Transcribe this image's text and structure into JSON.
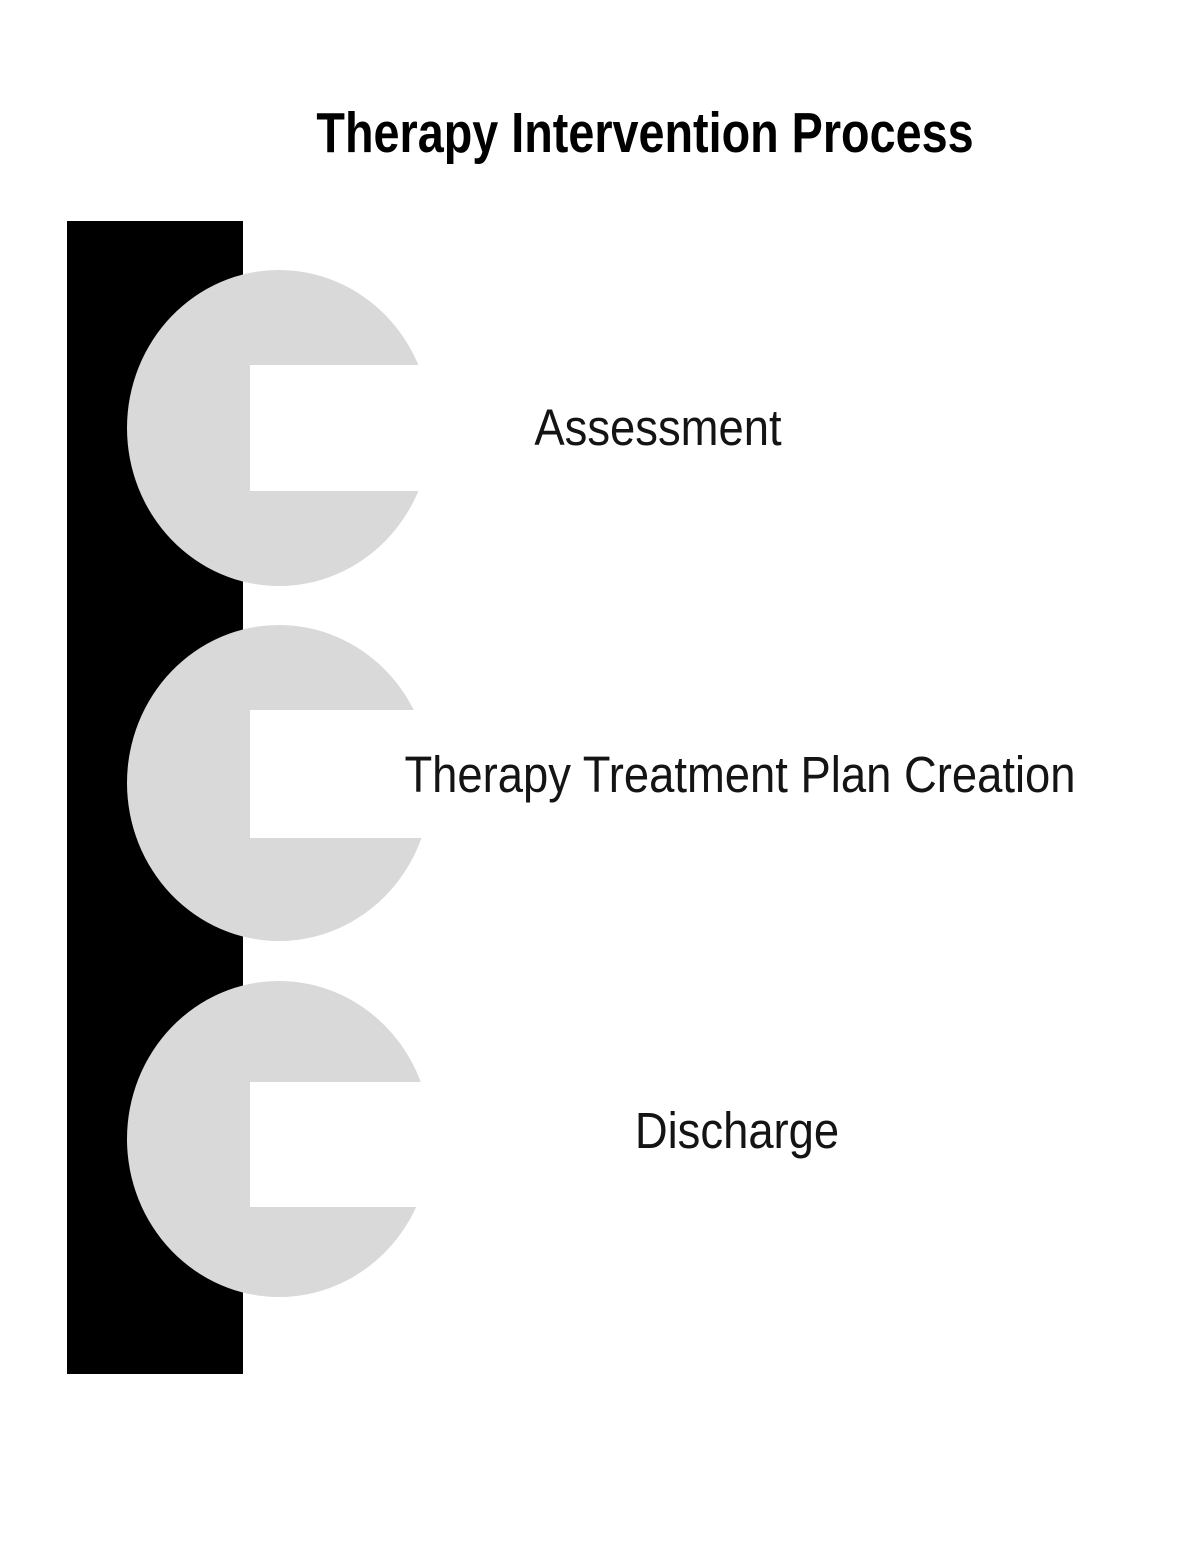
{
  "title": "Therapy Intervention Process",
  "steps": [
    {
      "label": "Assessment"
    },
    {
      "label": "Therapy Treatment Plan Creation"
    },
    {
      "label": "Discharge"
    }
  ],
  "colors": {
    "background": "#ffffff",
    "timeline_bar": "#000000",
    "step_circle": "#d9d9d9",
    "title_text": "#000000",
    "label_text": "#141414"
  }
}
